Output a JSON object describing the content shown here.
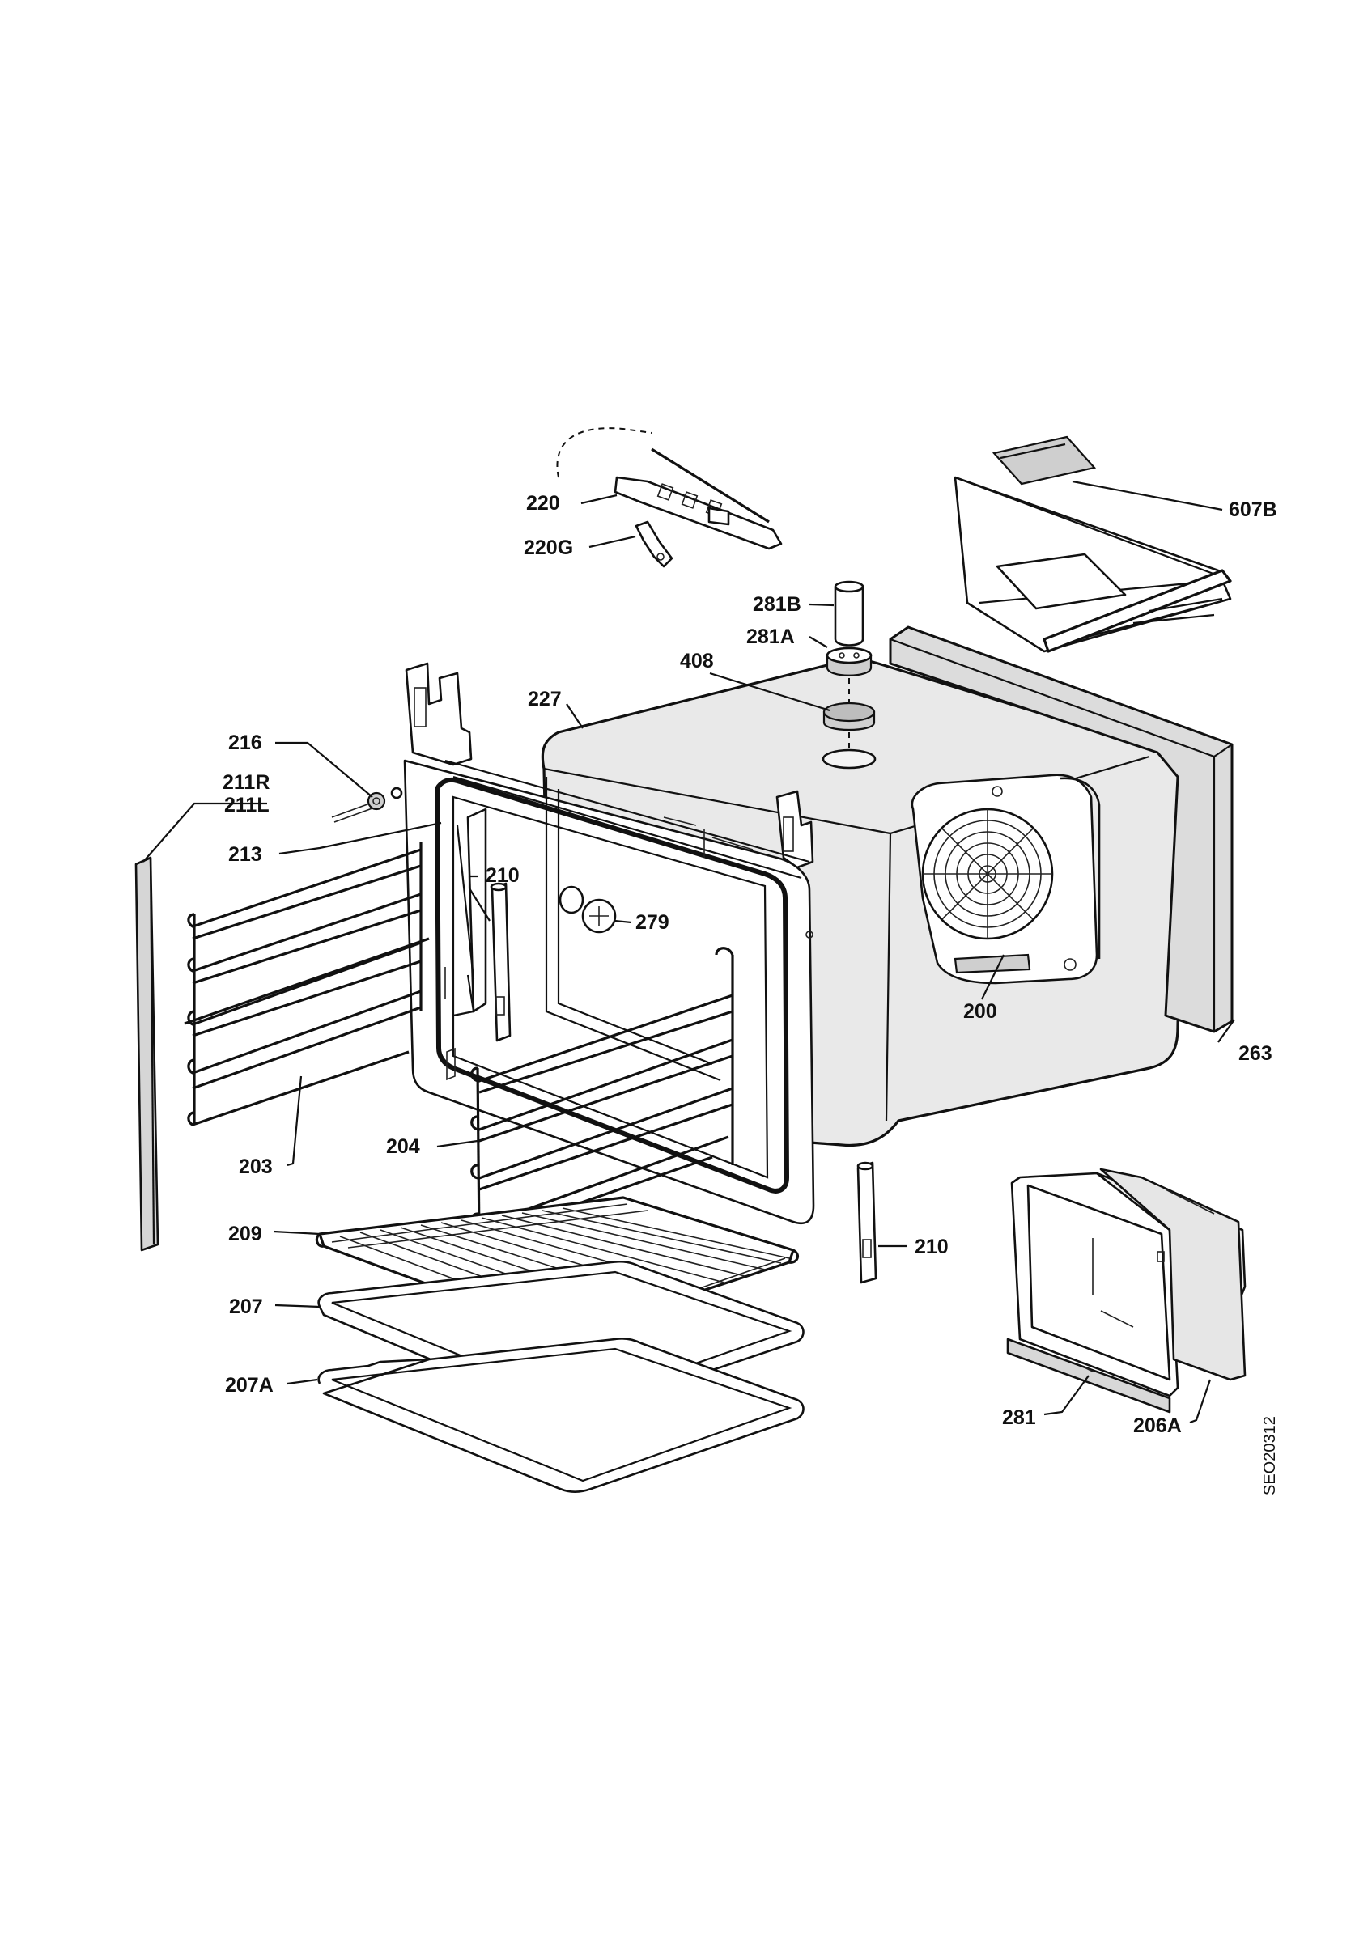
{
  "diagram": {
    "code": "SEO20312",
    "labels": {
      "l607B": "607B",
      "l220": "220",
      "l220G": "220G",
      "l281B": "281B",
      "l281A": "281A",
      "l408": "408",
      "l227": "227",
      "l216": "216",
      "l211R": "211R",
      "l211L": "211L",
      "l213": "213",
      "l210a": "210",
      "l279": "279",
      "l200": "200",
      "l263": "263",
      "l203": "203",
      "l204": "204",
      "l209": "209",
      "l210b": "210",
      "l207": "207",
      "l207A": "207A",
      "l281": "281",
      "l206A": "206A"
    }
  }
}
